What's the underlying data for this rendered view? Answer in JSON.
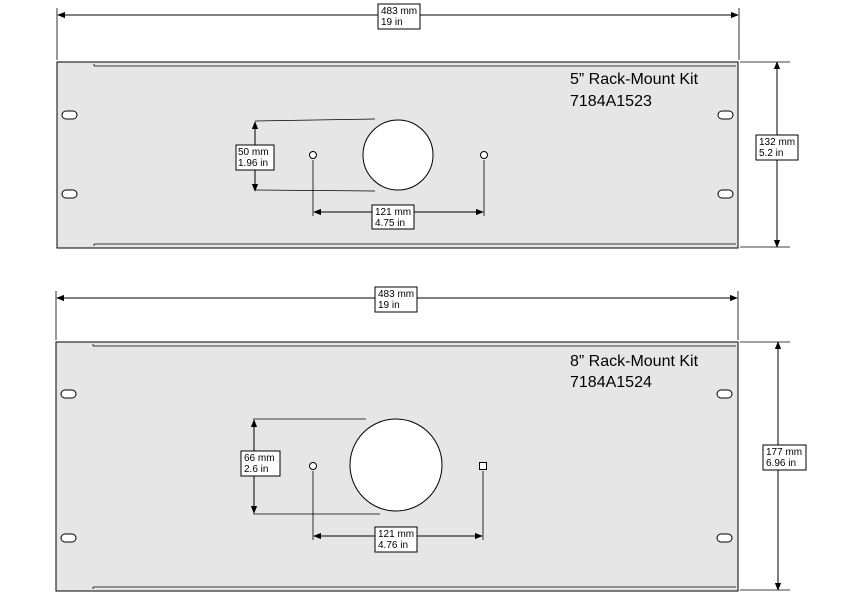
{
  "colors": {
    "panel_fill": "#e6e6e6",
    "line": "#000000",
    "hole_fill": "#ffffff"
  },
  "panel_top": {
    "title": "5”  Rack-Mount Kit",
    "part_number": "7184A1523",
    "width_label": [
      "483 mm",
      "19 in"
    ],
    "height_label": [
      "132 mm",
      "5.2 in"
    ],
    "hole_diameter_label": [
      "50 mm",
      "1.96 in"
    ],
    "hole_spacing_label": [
      "121 mm",
      "4.75 in"
    ]
  },
  "panel_bottom": {
    "title": "8”  Rack-Mount Kit",
    "part_number": "7184A1524",
    "width_label": [
      "483 mm",
      "19 in"
    ],
    "height_label": [
      "177 mm",
      "6.96 in"
    ],
    "hole_diameter_label": [
      "66 mm",
      "2.6 in"
    ],
    "hole_spacing_label": [
      "121 mm",
      "4.76 in"
    ]
  }
}
